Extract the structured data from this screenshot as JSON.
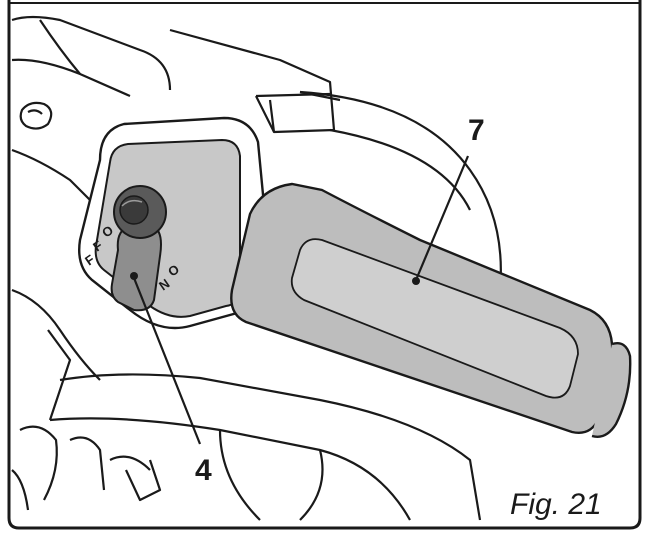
{
  "figure": {
    "caption": "Fig. 21",
    "callouts": [
      {
        "id": "lever",
        "label": "4"
      },
      {
        "id": "handle",
        "label": "7"
      }
    ],
    "switch_labels": {
      "off": [
        "O",
        "F",
        "F"
      ],
      "on": [
        "O",
        "N"
      ]
    },
    "colors": {
      "line": "#1a1a1a",
      "grip": "#bdbdbd",
      "panel": "#c8c8c8",
      "lever": "#8e8e8e",
      "background": "#ffffff"
    }
  }
}
